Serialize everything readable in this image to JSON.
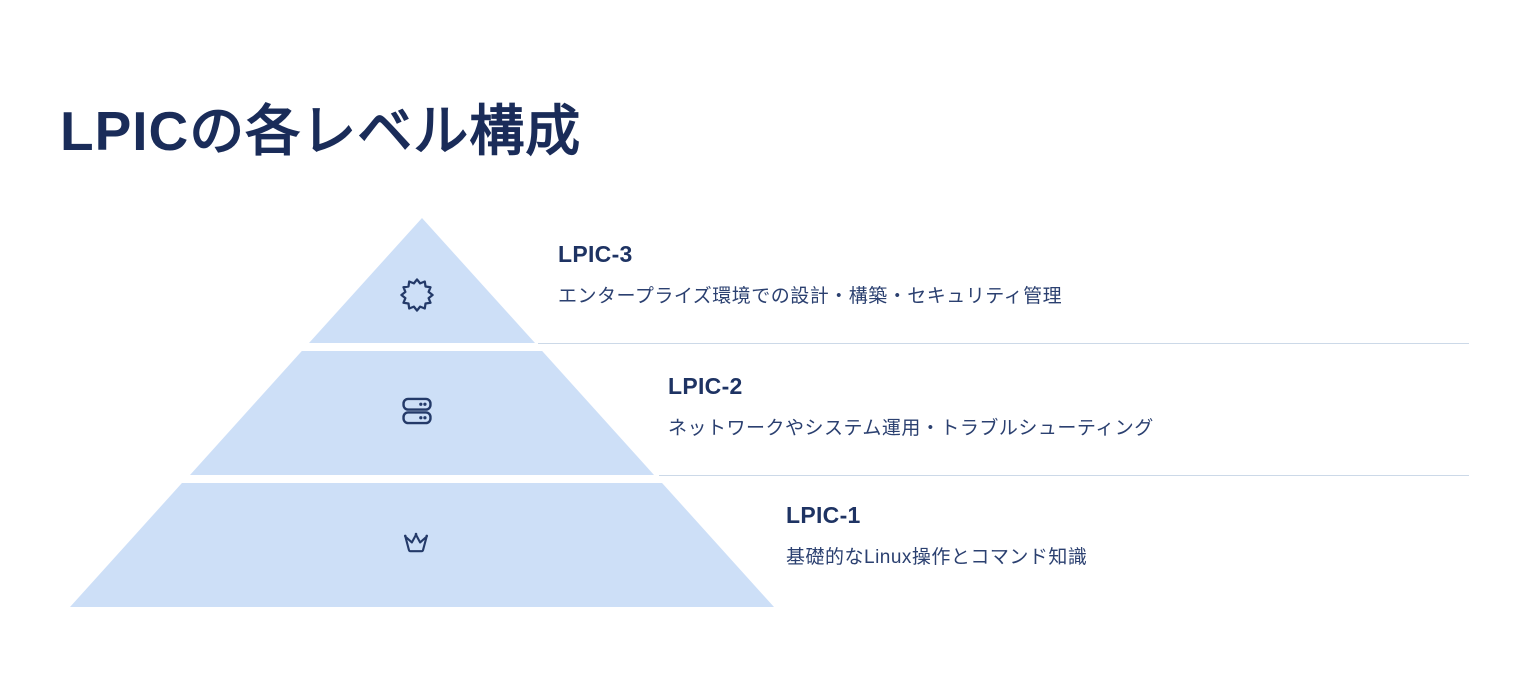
{
  "title": "LPICの各レベル構成",
  "colors": {
    "background": "#ffffff",
    "title_text": "#1a2c59",
    "level_name_text": "#1e3363",
    "description_text": "#2b4070",
    "pyramid_fill": "#cddff7",
    "icon_stroke": "#243a69",
    "divider_line": "#ccd9e8"
  },
  "pyramid": {
    "levels": [
      {
        "name": "LPIC-3",
        "description": "エンタープライズ環境での設計・構築・セキュリティ管理",
        "icon": "badge-seal-icon",
        "position": "top"
      },
      {
        "name": "LPIC-2",
        "description": "ネットワークやシステム運用・トラブルシューティング",
        "icon": "server-icon",
        "position": "middle"
      },
      {
        "name": "LPIC-1",
        "description": "基礎的なLinux操作とコマンド知識",
        "icon": "crown-icon",
        "position": "bottom"
      }
    ]
  }
}
